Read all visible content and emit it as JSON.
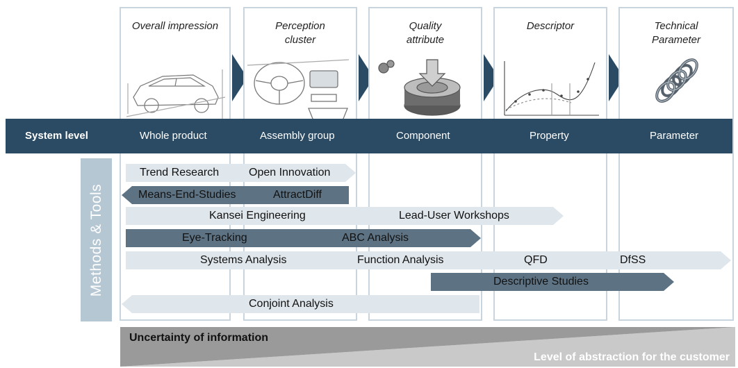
{
  "columns": [
    {
      "title": "Overall impression",
      "image": "car-sketch"
    },
    {
      "title": "Perception\ncluster",
      "image": "car-interior-sketch"
    },
    {
      "title": "Quality\nattribute",
      "image": "rotary-knob"
    },
    {
      "title": "Descriptor",
      "image": "curve-graph"
    },
    {
      "title": "Technical\nParameter",
      "image": "coil-spring"
    }
  ],
  "system_level": {
    "title": "System level",
    "levels": [
      "Whole product",
      "Assembly group",
      "Component",
      "Property",
      "Parameter"
    ]
  },
  "methods_title": "Methods & Tools",
  "methods": [
    {
      "labels": [
        "Trend Research",
        "Open Innovation"
      ],
      "direction": "right",
      "tone": "light"
    },
    {
      "labels": [
        "Means-End-Studies",
        "AttractDiff"
      ],
      "direction": "left",
      "tone": "dark"
    },
    {
      "labels": [
        "Kansei Engineering",
        "Lead-User Workshops"
      ],
      "direction": "right",
      "tone": "light"
    },
    {
      "labels": [
        "Eye-Tracking",
        "ABC Analysis"
      ],
      "direction": "right",
      "tone": "dark"
    },
    {
      "labels": [
        "Systems Analysis",
        "Function Analysis",
        "QFD",
        "DfSS"
      ],
      "direction": "right",
      "tone": "light"
    },
    {
      "labels": [
        "Descriptive Studies"
      ],
      "direction": "right",
      "tone": "dark"
    },
    {
      "labels": [
        "Conjoint Analysis"
      ],
      "direction": "left",
      "tone": "light"
    }
  ],
  "uncertainty_label": "Uncertainty of information",
  "abstraction_label": "Level of abstraction for the customer"
}
